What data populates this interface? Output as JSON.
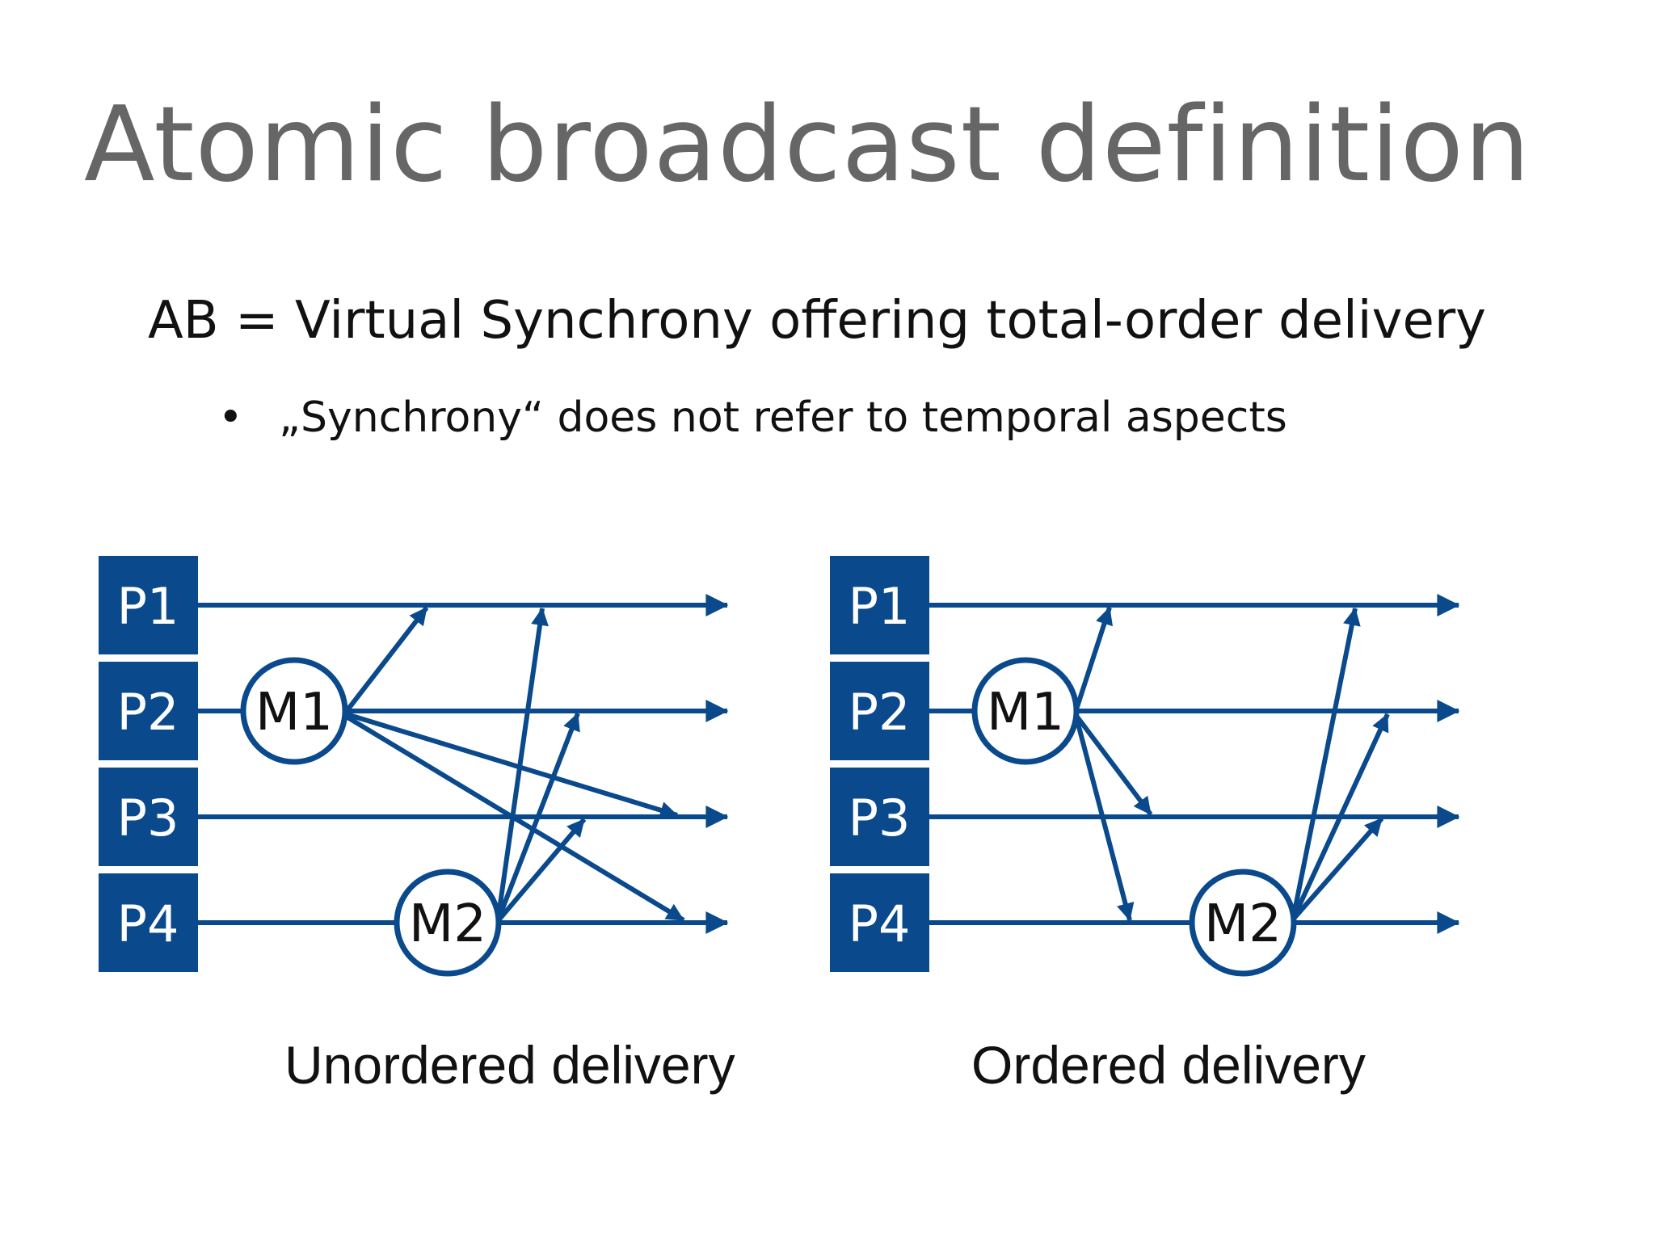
{
  "slide": {
    "title": "Atomic broadcast definition",
    "subtitle": "AB = Virtual Synchrony offering total-order delivery",
    "bullet": "„Synchrony“ does not refer to temporal aspects"
  },
  "colors": {
    "accent": "#0a4a8c",
    "title": "#666666"
  },
  "diagrams": [
    {
      "caption": "Unordered delivery",
      "processes": [
        "P1",
        "P2",
        "P3",
        "P4"
      ],
      "messages": [
        "M1",
        "M2"
      ]
    },
    {
      "caption": "Ordered delivery",
      "processes": [
        "P1",
        "P2",
        "P3",
        "P4"
      ],
      "messages": [
        "M1",
        "M2"
      ]
    }
  ]
}
